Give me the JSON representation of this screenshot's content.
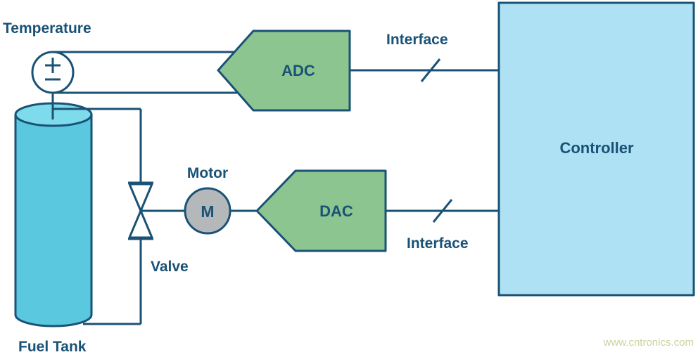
{
  "colors": {
    "background": "#ffffff",
    "ink": "#1a5276",
    "converter_green": "#8cc590",
    "controller_fill": "#ade1f3",
    "tank_fill": "#5ac8de",
    "tank_top_fill": "#7edbeb",
    "motor_fill": "#b5b8bb",
    "valve_fill": "#ffffff",
    "sensor_fill": "#ffffff",
    "watermark": "#cdd19b"
  },
  "labels": {
    "temperature": "Temperature",
    "adc": "ADC",
    "dac": "DAC",
    "interface_top": "Interface",
    "interface_bottom": "Interface",
    "controller": "Controller",
    "motor": "Motor",
    "motor_symbol": "M",
    "valve": "Valve",
    "fuel_tank": "Fuel Tank",
    "watermark": "www.cntronics.com"
  }
}
